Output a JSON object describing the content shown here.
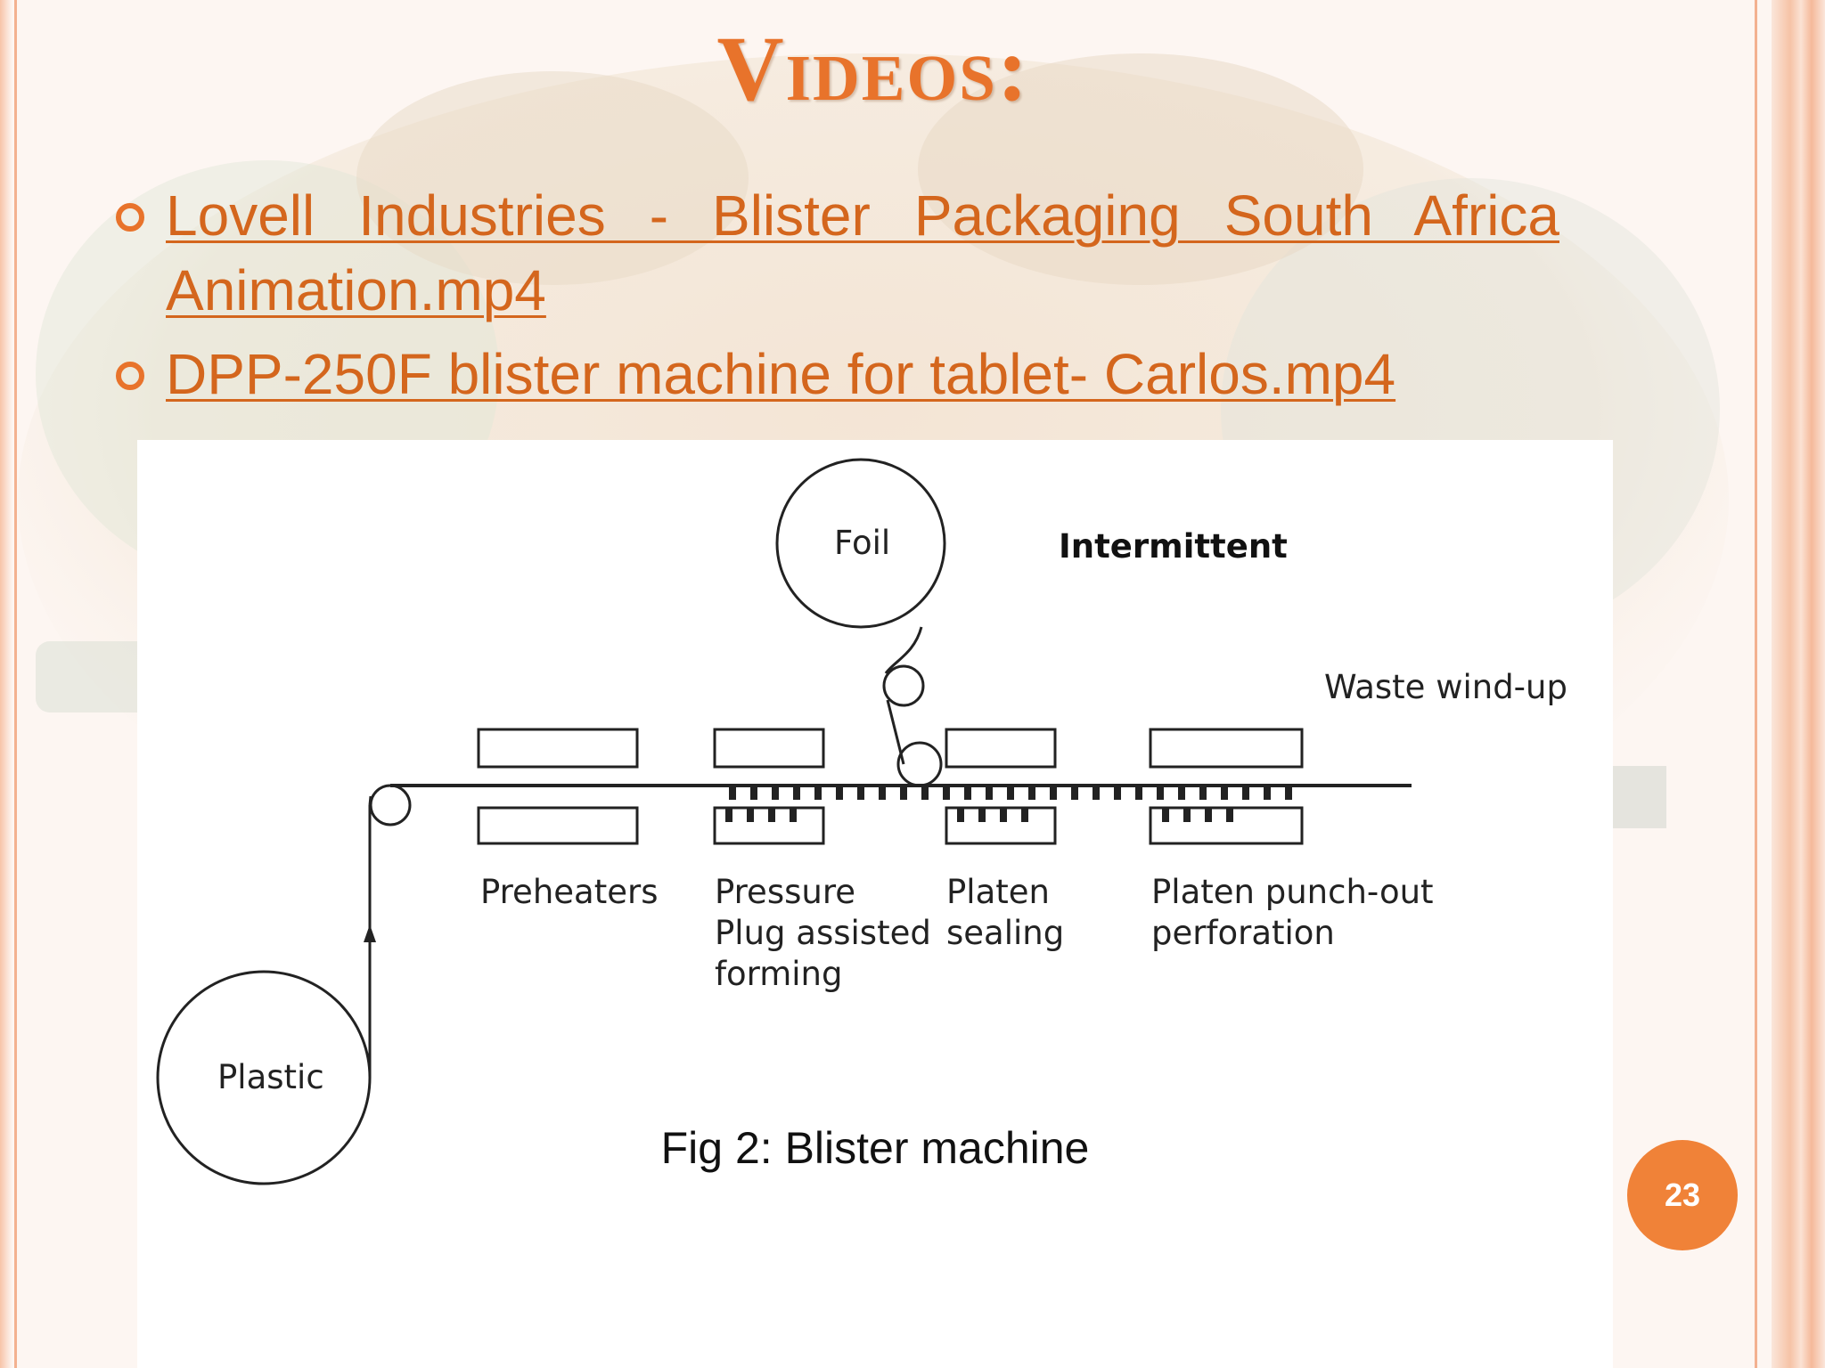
{
  "slide": {
    "title": "Videos:",
    "links": [
      {
        "text": "Lovell Industries - Blister Packaging South Africa Animation.mp4"
      },
      {
        "text": "DPP-250F blister machine for tablet- Carlos.mp4"
      }
    ],
    "figure": {
      "labels": {
        "foil": "Foil",
        "intermittent": "Intermittent",
        "waste": "Waste wind-up",
        "preheaters": "Preheaters",
        "pressure_line1": "Pressure",
        "pressure_line2": "Plug assisted",
        "pressure_line3": "forming",
        "platen_line1": "Platen",
        "platen_line2": "sealing",
        "punch_line1": "Platen punch-out",
        "punch_line2": "perforation",
        "plastic": "Plastic"
      },
      "caption": "Fig 2: Blister machine"
    },
    "page_number": "23"
  },
  "colors": {
    "accent": "#e8732b",
    "link": "#d4661d",
    "page_badge": "#f08238"
  },
  "icons": {
    "bullet": "hollow-circle-bullet-icon"
  }
}
